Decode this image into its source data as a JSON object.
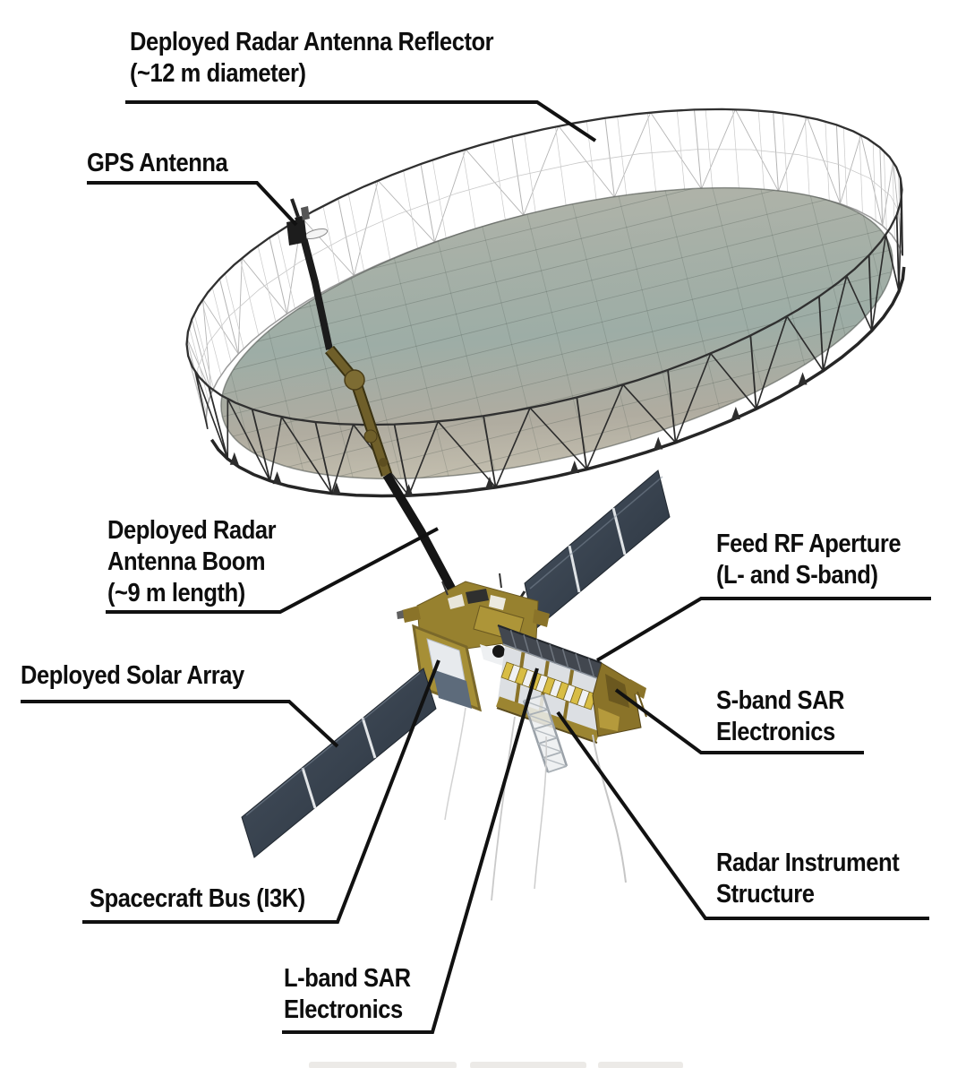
{
  "labels": {
    "reflector": {
      "lines": [
        "Deployed Radar Antenna Reflector",
        "(~12 m diameter)"
      ]
    },
    "gps": {
      "lines": [
        "GPS Antenna"
      ]
    },
    "boom": {
      "lines": [
        "Deployed Radar",
        "Antenna Boom",
        "(~9 m length)"
      ]
    },
    "solar_array": {
      "lines": [
        "Deployed Solar Array"
      ]
    },
    "bus": {
      "lines": [
        "Spacecraft Bus (I3K)"
      ]
    },
    "lband": {
      "lines": [
        "L-band SAR",
        "Electronics"
      ]
    },
    "feed": {
      "lines": [
        "Feed RF Aperture",
        "(L- and S-band)"
      ]
    },
    "sband": {
      "lines": [
        "S-band SAR",
        "Electronics"
      ]
    },
    "radar_structure": {
      "lines": [
        "Radar Instrument",
        "Structure"
      ]
    }
  },
  "colors": {
    "label_text": "#0e0e0e",
    "leader_line": "#111111",
    "truss_dark": "#2c2c2c",
    "truss_light": "#b4b4b4",
    "mesh_membrane": "#a4b0a8",
    "gold_foil": "#a08a33",
    "solar_panel": "#38424e",
    "radiator_white": "#e8eaed",
    "feed_panel": "#42474f"
  }
}
